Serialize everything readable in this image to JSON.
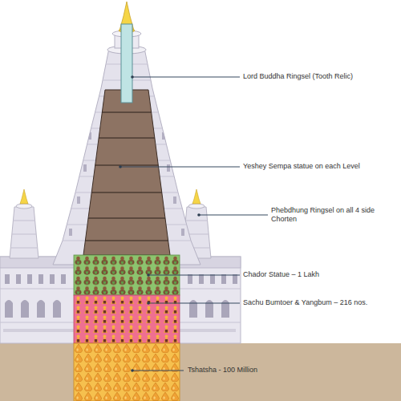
{
  "diagram": {
    "labels": [
      "Lord Buddha Ringsel (Tooth Relic)",
      "Yeshey Sempa statue on each Level",
      "Phebdhung Ringsel on all 4 side Chorten",
      "Chador Statue – 1 Lakh",
      "Sachu Bumtoer & Yangbum – 216 nos.",
      "Tshatsha - 100 Million"
    ]
  }
}
